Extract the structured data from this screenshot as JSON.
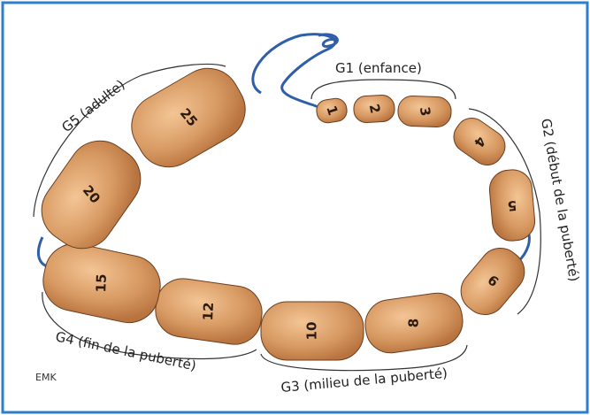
{
  "colors": {
    "border": "#2c7fc8",
    "bead": "#d89a63",
    "bead_stroke": "#6b3e20",
    "string": "#2f5fa8"
  },
  "groups": [
    {
      "id": "g1",
      "label": "G1 (enfance)"
    },
    {
      "id": "g2",
      "label": "G2 (début de la puberté)"
    },
    {
      "id": "g3",
      "label": "G3 (milieu de la puberté)"
    },
    {
      "id": "g4",
      "label": "G4 (fin de la puberté)"
    },
    {
      "id": "g5",
      "label": "G5 (adulte)"
    }
  ],
  "beads": [
    {
      "value": "1"
    },
    {
      "value": "2"
    },
    {
      "value": "3"
    },
    {
      "value": "4"
    },
    {
      "value": "5"
    },
    {
      "value": "6"
    },
    {
      "value": "8"
    },
    {
      "value": "10"
    },
    {
      "value": "12"
    },
    {
      "value": "15"
    },
    {
      "value": "20"
    },
    {
      "value": "25"
    }
  ],
  "signature": "EMK"
}
